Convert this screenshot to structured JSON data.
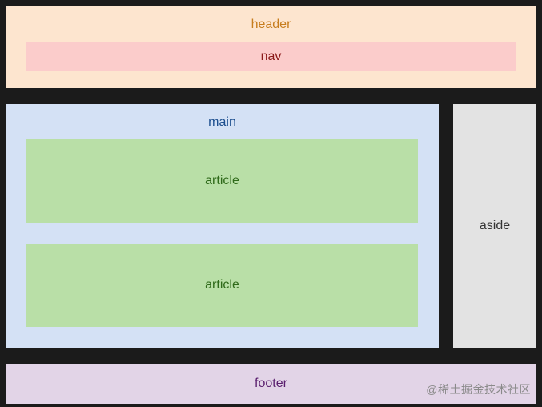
{
  "diagram": {
    "header": {
      "label": "header"
    },
    "nav": {
      "label": "nav"
    },
    "main": {
      "label": "main"
    },
    "articles": [
      {
        "label": "article"
      },
      {
        "label": "article"
      }
    ],
    "aside": {
      "label": "aside"
    },
    "footer": {
      "label": "footer"
    }
  },
  "watermark": {
    "text": "@稀土掘金技术社区"
  },
  "colors": {
    "background": "#1b1b1b",
    "header": "#fde5cf",
    "nav": "#fbcccb",
    "main": "#d4e1f5",
    "article": "#b9dfa7",
    "aside": "#e3e3e3",
    "footer": "#e2d4e7"
  }
}
